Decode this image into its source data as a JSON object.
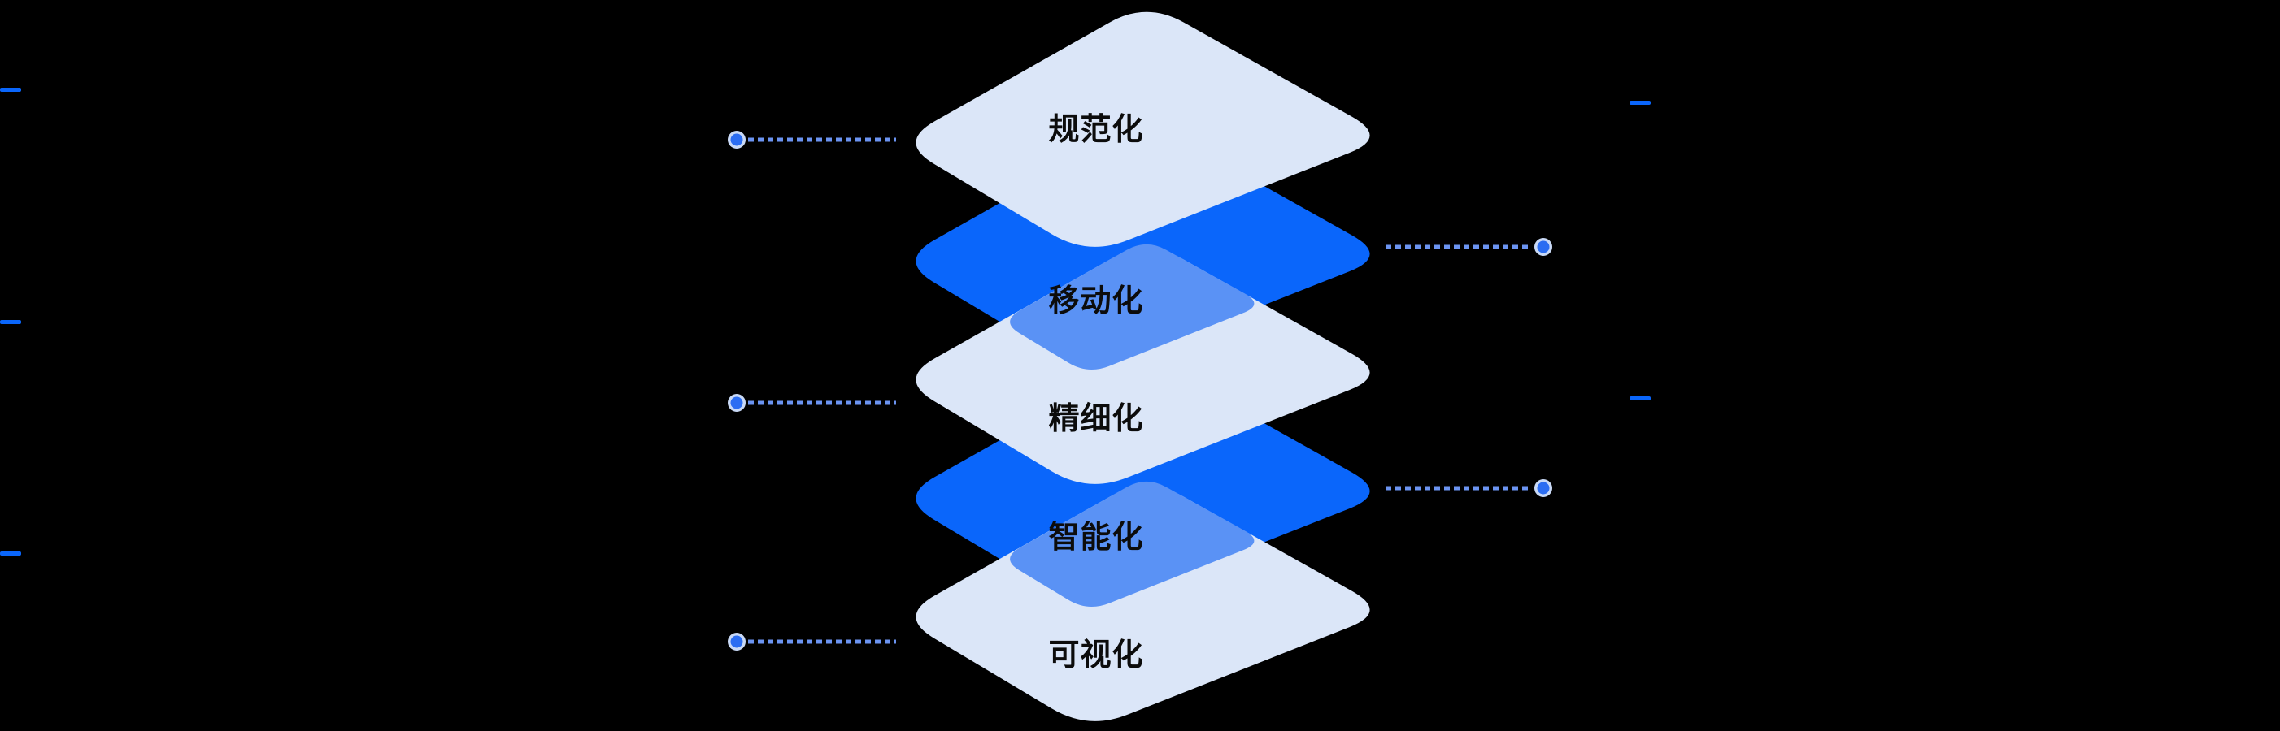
{
  "diagram": {
    "layers": [
      {
        "label": "规范化",
        "type": "light"
      },
      {
        "label": "移动化",
        "type": "blue"
      },
      {
        "label": "精细化",
        "type": "light"
      },
      {
        "label": "智能化",
        "type": "blue"
      },
      {
        "label": "可视化",
        "type": "light"
      }
    ]
  },
  "colors": {
    "background": "#000000",
    "layer_light": "#dbe6f8",
    "layer_blue": "#0a66fb",
    "overlap_medium": "#5a92f5",
    "leader_dash": "#6b94f2",
    "dot_fill": "#2b6df2",
    "dot_ring": "#c9d9f6",
    "edge_tick": "#0a66fb",
    "label_text": "#0c0c0c"
  }
}
